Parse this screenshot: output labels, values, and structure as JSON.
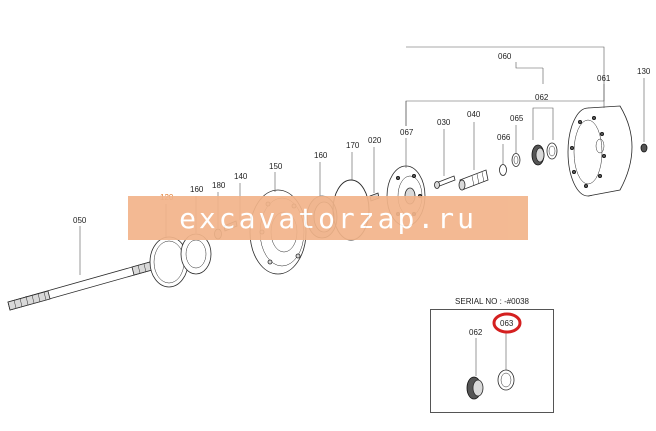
{
  "watermark": {
    "text": "excavatorzap.ru"
  },
  "serial": {
    "text": "SERIAL NO : -#0038"
  },
  "labels": {
    "p050": "050",
    "p120": "120",
    "p160a": "160",
    "p180": "180",
    "p140": "140",
    "p150": "150",
    "p160b": "160",
    "p170": "170",
    "p020": "020",
    "p067": "067",
    "p030": "030",
    "p040": "040",
    "p066": "066",
    "p065": "065",
    "p060": "060",
    "p062": "062",
    "p061": "061",
    "p130": "130",
    "inset062": "062",
    "inset063": "063"
  },
  "colors": {
    "highlight_label": "#e07a2e",
    "callout_ring": "#d42020",
    "watermark_band": "#f2b48a"
  }
}
